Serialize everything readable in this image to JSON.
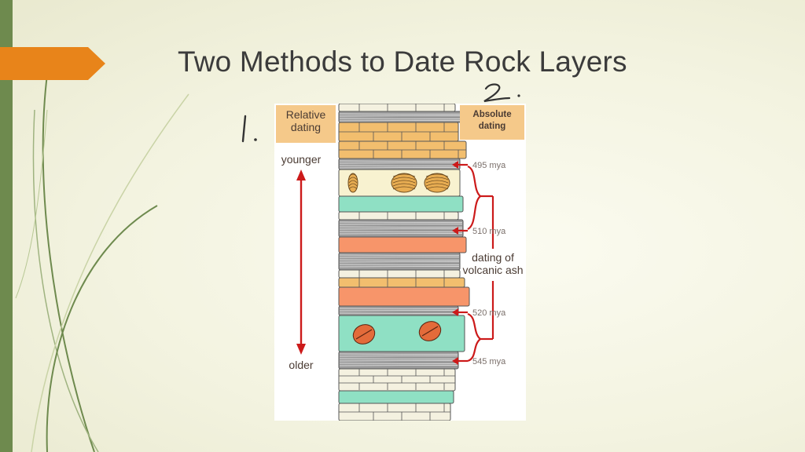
{
  "slide": {
    "title": "Two Methods to Date Rock Layers",
    "accent_color": "#e8841a",
    "bar_color": "#6e8a4e"
  },
  "annotations": {
    "number_one": "1.",
    "number_two": "2."
  },
  "diagram": {
    "relative_label_line1": "Relative",
    "relative_label_line2": "dating",
    "absolute_label_line1": "Absolute",
    "absolute_label_line2": "dating",
    "younger_label": "younger",
    "older_label": "older",
    "ash_label_line1": "dating of",
    "ash_label_line2": "volcanic ash",
    "ages": [
      "495 mya",
      "510 mya",
      "520 mya",
      "545 mya"
    ],
    "label_box_color": "#f5c98a",
    "arrow_color": "#cc1a1a"
  }
}
